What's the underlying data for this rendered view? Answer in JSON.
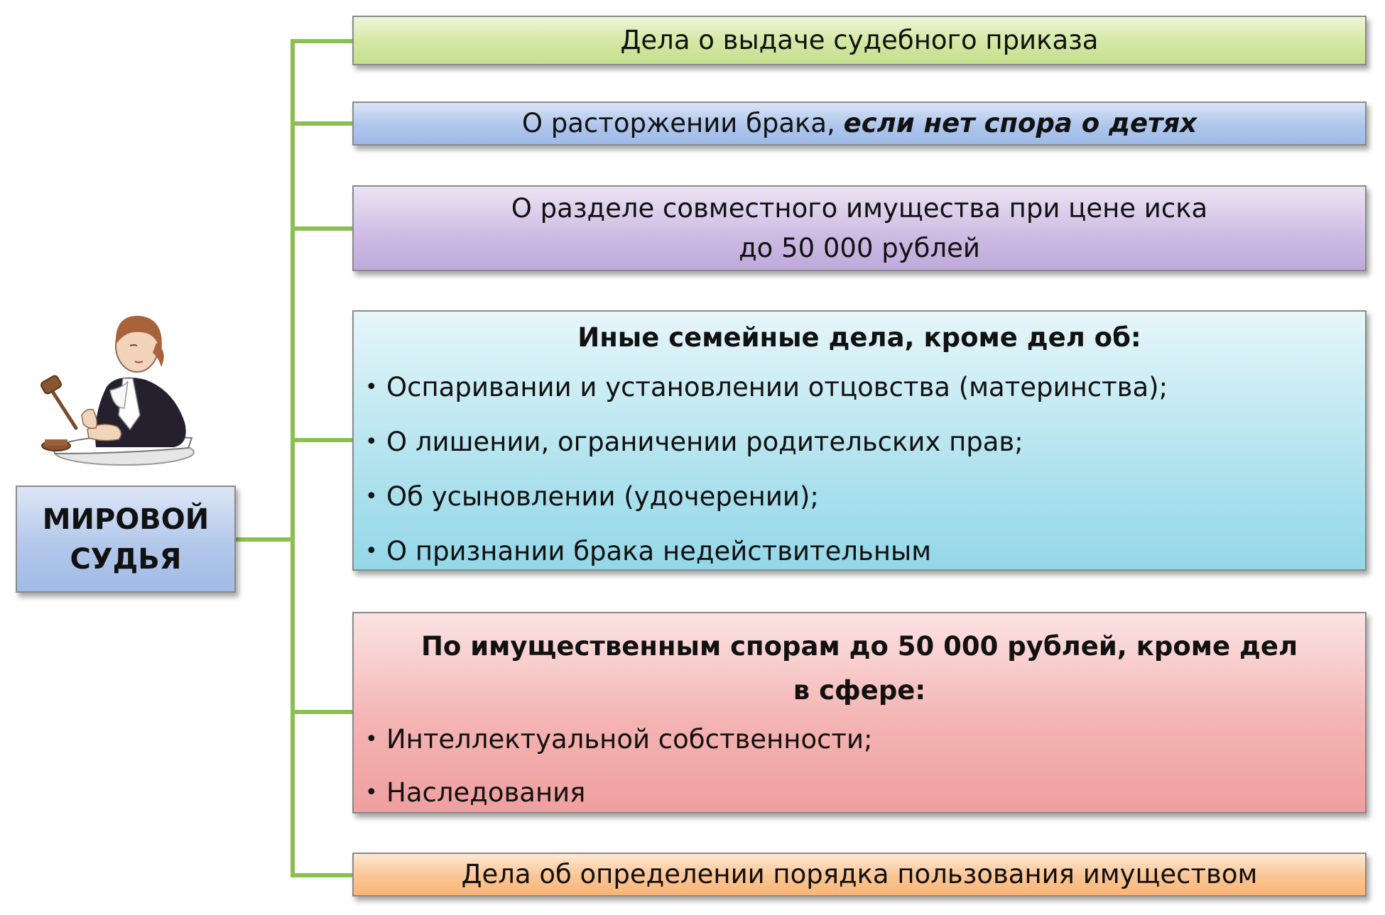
{
  "root": {
    "line1": "МИРОВОЙ",
    "line2": "СУДЬЯ"
  },
  "branches": {
    "b1": {
      "text": "Дела о выдаче судебного приказа",
      "color": "#d3e7a4"
    },
    "b2": {
      "text_normal": "О расторжении брака, ",
      "text_emph": "если нет спора о детях",
      "color": "#afc6ec"
    },
    "b3": {
      "line1": "О разделе совместного имущества при цене иска",
      "line2": "до 50 000 рублей",
      "color": "#cdbbe3"
    },
    "b4": {
      "title": "Иные семейные дела, кроме дел об:",
      "items": [
        "Оспаривании и установлении отцовства (материнства);",
        "О лишении, ограничении родительских прав;",
        "Об усыновлении (удочерении);",
        "О признании брака недействительным"
      ],
      "color": "#b5e4ef"
    },
    "b5": {
      "title_line1": "По имущественным спорам до 50 000 рублей, кроме дел",
      "title_line2": "в сфере:",
      "items": [
        "Интеллектуальной собственности;",
        "Наследования"
      ],
      "color": "#f4b3b3"
    },
    "b6": {
      "text": "Дела об определении порядка пользования имуществом",
      "color": "#fbc593"
    }
  },
  "bullet_glyph": "•",
  "connector_color": "#8bbf4f"
}
